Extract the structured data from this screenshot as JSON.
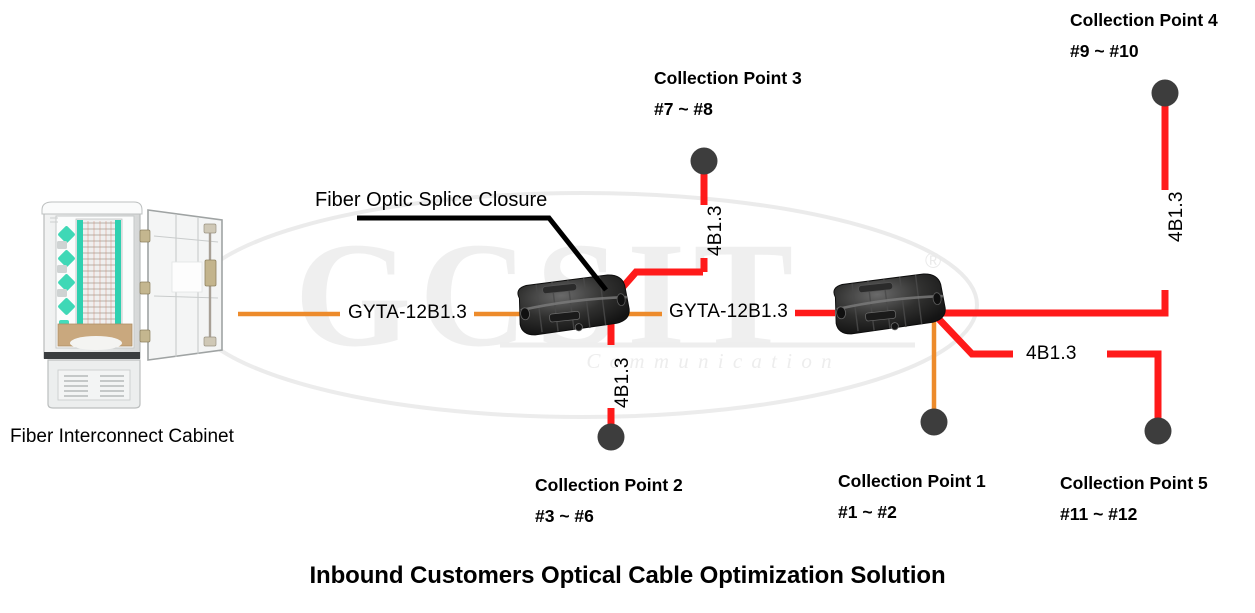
{
  "title": "Inbound Customers Optical Cable Optimization Solution",
  "watermark": {
    "brand": "GCSIT",
    "tagline": "C o m m u n i c a t i o n",
    "registered": "®"
  },
  "cabinet": {
    "label": "Fiber Interconnect Cabinet",
    "icon": "fiber-cabinet-icon"
  },
  "callouts": {
    "splice_closure": "Fiber Optic Splice Closure"
  },
  "cables": {
    "feeder_1": "GYTA-12B1.3",
    "feeder_2": "GYTA-12B1.3",
    "drop_cp2": "4B1.3",
    "drop_cp3": "4B1.3",
    "drop_cp4": "4B1.3",
    "drop_cp5": "4B1.3"
  },
  "colors": {
    "feeder_cable": "#ED8B2B",
    "distribution_cable": "#FF1A1A",
    "collection_node": "#3D3D3D",
    "leader_line": "#000000",
    "text": "#000000",
    "watermark": "#E2E2E2"
  },
  "collection_points": [
    {
      "id": "cp1",
      "title": "Collection Point 1",
      "range": "#1 ~ #2",
      "cable_type": "feeder"
    },
    {
      "id": "cp2",
      "title": "Collection Point 2",
      "range": "#3 ~ #6",
      "cable_type": "distribution"
    },
    {
      "id": "cp3",
      "title": "Collection Point 3",
      "range": "#7 ~ #8",
      "cable_type": "distribution"
    },
    {
      "id": "cp4",
      "title": "Collection Point 4",
      "range": "#9 ~ #10",
      "cable_type": "distribution"
    },
    {
      "id": "cp5",
      "title": "Collection Point 5",
      "range": "#11 ~ #12",
      "cable_type": "distribution"
    }
  ],
  "closures": [
    {
      "id": "closure-1",
      "name": "Fiber Optic Splice Closure"
    },
    {
      "id": "closure-2",
      "name": "Fiber Optic Splice Closure"
    }
  ]
}
